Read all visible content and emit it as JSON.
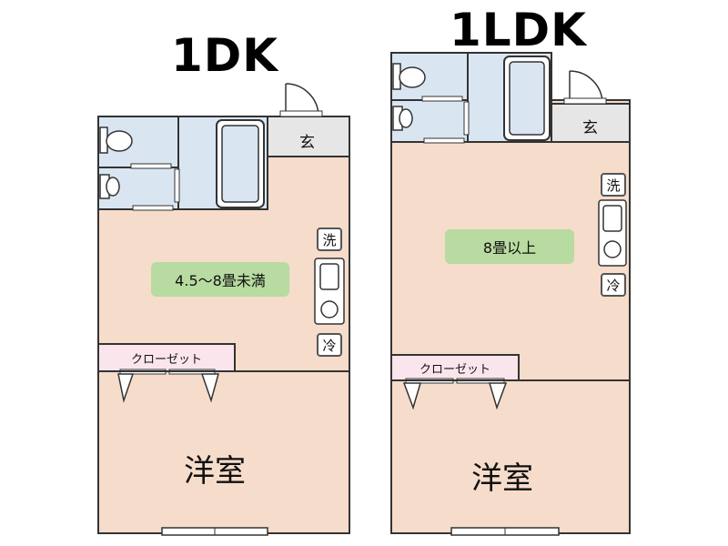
{
  "titles": {
    "plan_1dk": "1DK",
    "plan_1ldk": "1LDK"
  },
  "plan_1dk": {
    "entrance": "玄",
    "washer": "洗",
    "fridge": "冷",
    "dining_area": "4.5〜8畳未満",
    "closet": "クローゼット",
    "room": "洋室"
  },
  "plan_1ldk": {
    "entrance": "玄",
    "washer": "洗",
    "fridge": "冷",
    "living_area": "8畳以上",
    "closet": "クローゼット",
    "room": "洋室"
  },
  "colors": {
    "floor": "#f6dccb",
    "wet_area": "#d9e6f2",
    "entrance": "#e6e6e6",
    "area_badge": "#b7dba0",
    "closet": "#fbe5ec",
    "wall": "#333333"
  }
}
